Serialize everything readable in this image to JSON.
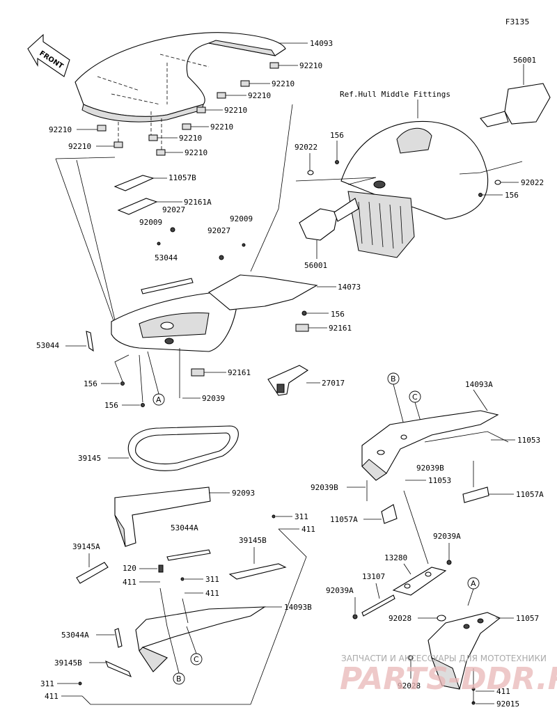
{
  "diagram": {
    "figure_code": "F3135",
    "front_label": "FRONT",
    "ref_note": "Ref.Hull Middle Fittings",
    "labels": {
      "l14093": "14093",
      "l92210a": "92210",
      "l92210b": "92210",
      "l92210c": "92210",
      "l92210d": "92210",
      "l92210e": "92210",
      "l92210f": "92210",
      "l92210g": "92210",
      "l92210h": "92210",
      "l11057b": "11057B",
      "l92161a": "92161A",
      "l92027a": "92027",
      "l92009a": "92009",
      "l92027b": "92027",
      "l92009b": "92009",
      "l53044": "53044",
      "l14073": "14073",
      "l156c": "156",
      "l92161b": "92161",
      "l53044b": "53044",
      "l156a": "156",
      "l156b": "156",
      "l92161c": "92161",
      "l92039": "92039",
      "l27017": "27017",
      "l39145": "39145",
      "l92093": "92093",
      "l311a": "311",
      "l411a": "411",
      "l53044A": "53044A",
      "l39145B": "39145B",
      "l39145A": "39145A",
      "l120": "120",
      "l411b": "411",
      "l311b": "311",
      "l411c": "411",
      "l14093B": "14093B",
      "l53044A2": "53044A",
      "l39145B2": "39145B",
      "l311c": "311",
      "l411d": "411",
      "l56001a": "56001",
      "l156d": "156",
      "l92022a": "92022",
      "l92022b": "92022",
      "l156e": "156",
      "l56001b": "56001",
      "l14093A": "14093A",
      "l11053a": "11053",
      "l92039Ba": "92039B",
      "l11053b": "11053",
      "l92039Bb": "92039B",
      "l11057A": "11057A",
      "l11057Ab": "11057A",
      "l92039Aa": "92039A",
      "l13280": "13280",
      "l13107": "13107",
      "l92039Ab": "92039A",
      "l92028a": "92028",
      "l11057": "11057",
      "l92028b": "92028",
      "l411e": "411",
      "l92015": "92015"
    },
    "callouts": {
      "A": "A",
      "B": "B",
      "C": "C"
    },
    "watermark": {
      "line1": "ЗАПЧАСТИ И АКСЕССУАРЫ ДЛЯ МОТОТЕХНИКИ",
      "line2": "PARTS-DDR.RU"
    }
  }
}
